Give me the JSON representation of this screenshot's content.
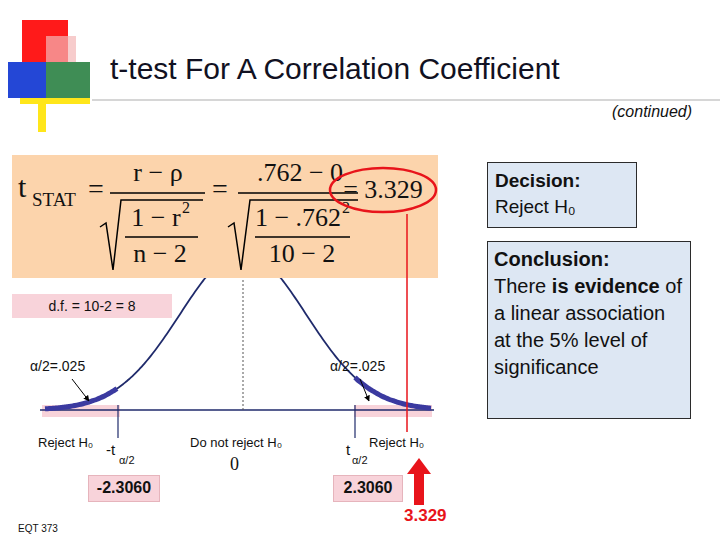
{
  "diagram": {
    "title": "t-test For A Correlation Coefficient",
    "nodes": [
      {
        "text": [
          "t",
          "STAT",
          "=",
          "r − ρ",
          "1 − r",
          "2",
          "n − 2",
          "=",
          ".762 − 0",
          "1 − .762",
          "2",
          "10 − 2"
        ]
      },
      {
        "text": [
          "= 3.329"
        ],
        "in": 0
      },
      {
        "text": [
          "Decision:",
          "Reject H₀"
        ]
      },
      {
        "text": [
          "Conclusion:",
          "There",
          "is",
          "evidence",
          "of a linear association at the 5% level of significance"
        ]
      },
      {
        "text": [
          "d.f. = 10-2 = 8"
        ]
      },
      {
        "text": [
          "-2.3060"
        ]
      },
      {
        "text": [
          "2.3060"
        ]
      }
    ],
    "labels": [
      "(continued)",
      "α/2=.025",
      "α/2=.025",
      "Reject H₀",
      "-t",
      "α/2",
      "Do not reject H₀",
      "0",
      "t",
      "α/2",
      "Reject H₀",
      "3.329",
      "EQT 373"
    ]
  }
}
